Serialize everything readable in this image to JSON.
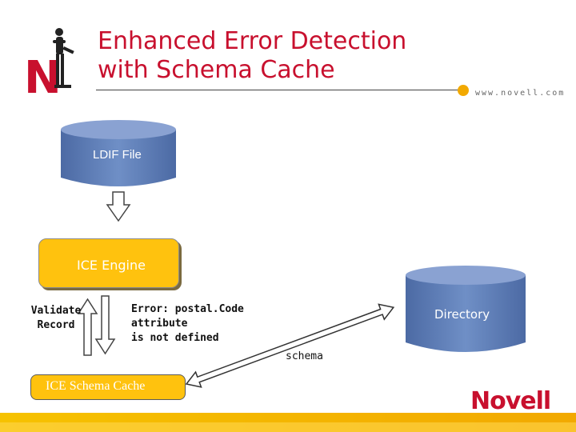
{
  "slide": {
    "title_line1": "Enhanced Error Detection",
    "title_line2": "with Schema Cache",
    "url": "www.novell.com",
    "logo_text": "Novell",
    "logo_mark": "N"
  },
  "nodes": {
    "ldif_file": "LDIF File",
    "ice_engine": "ICE Engine",
    "ice_schema_cache": "ICE Schema Cache",
    "directory": "Directory"
  },
  "labels": {
    "validate_record": "Validate Record",
    "error_message": "Error: postal.Code\nattribute\nis not defined",
    "schema": "schema"
  },
  "colors": {
    "brand_red": "#c8102e",
    "engine_yellow": "#ffc20e",
    "cylinder_blue": "#5f7fb8",
    "band_yellow": "#f6c200"
  }
}
